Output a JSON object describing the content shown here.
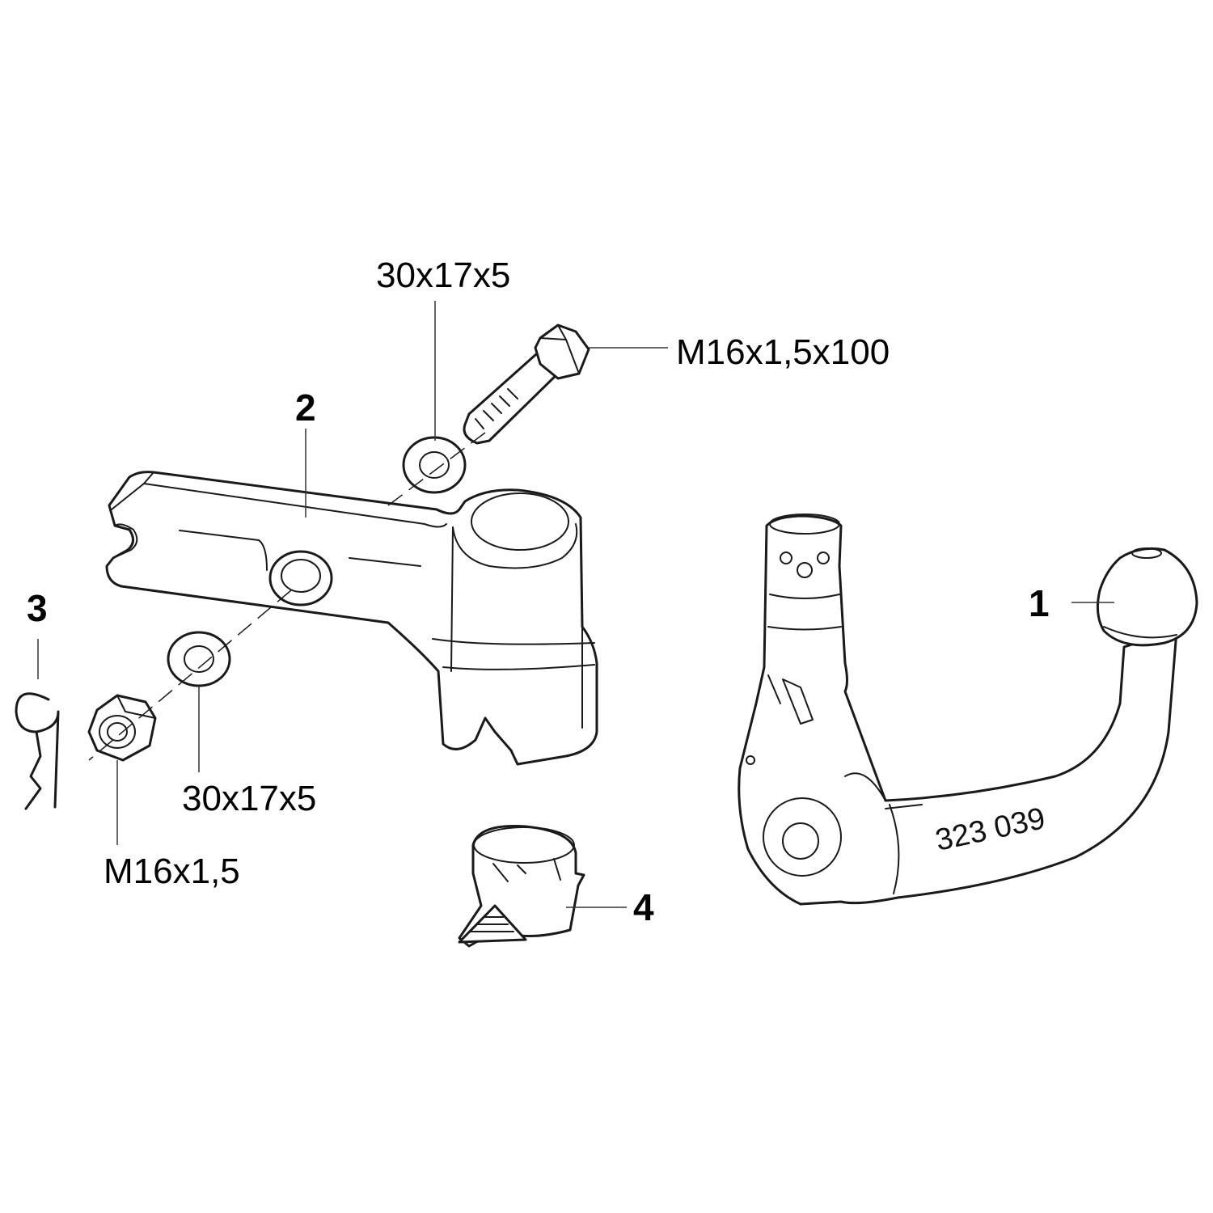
{
  "callouts": {
    "part_1": "1",
    "part_2": "2",
    "part_3": "3",
    "part_4": "4"
  },
  "specs": {
    "bolt": "M16x1,5x100",
    "washer_upper": "30x17x5",
    "washer_lower": "30x17x5",
    "nut": "M16x1,5"
  },
  "ball_neck_marking": "323 039"
}
